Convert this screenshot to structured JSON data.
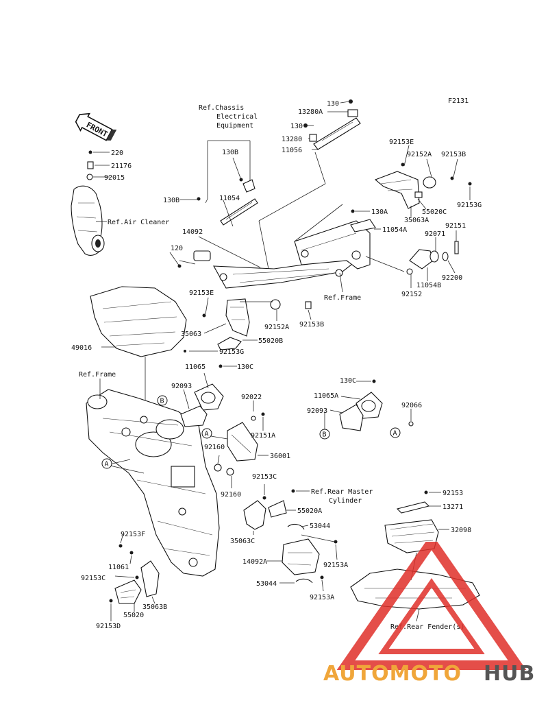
{
  "figure_code": "F2131",
  "front_marker": "FRONT",
  "refs": {
    "chassis_electrical": [
      "Ref.Chassis",
      "Electrical",
      "Equipment"
    ],
    "air_cleaner": "Ref.Air Cleaner",
    "frame_top": "Ref.Frame",
    "frame_left": "Ref.Frame",
    "rear_master_cylinder": [
      "Ref.Rear Master",
      "Cylinder"
    ],
    "rear_fender": "Ref.Rear Fender(s)"
  },
  "callouts": {
    "a": "A",
    "b": "B"
  },
  "part_labels": {
    "p130_top": "130",
    "p13280A": "13280A",
    "p130_mid": "130",
    "p13280": "13280",
    "p11056": "11056",
    "p130B_top": "130B",
    "p130B_left": "130B",
    "p11054": "11054",
    "p14092": "14092",
    "p120": "120",
    "p220": "220",
    "p21176": "21176",
    "p92015": "92015",
    "p92153E_top": "92153E",
    "p92152A_top": "92152A",
    "p92153B_top": "92153B",
    "p92153G_right": "92153G",
    "p55020C": "55020C",
    "p35063A": "35063A",
    "p130A": "130A",
    "p11054A": "11054A",
    "p92151": "92151",
    "p92071": "92071",
    "p92200": "92200",
    "p11054B": "11054B",
    "p92152": "92152",
    "p92153E_mid": "92153E",
    "p92152A_mid": "92152A",
    "p92153B_mid": "92153B",
    "p35063": "35063",
    "p55020B": "55020B",
    "p92153G_mid": "92153G",
    "p49016": "49016",
    "p11065": "11065",
    "p130C": "130C",
    "p92093": "92093",
    "p92022": "92022",
    "p92151A": "92151A",
    "p92160_a": "92160",
    "p36001": "36001",
    "p92160_b": "92160",
    "p130C_r": "130C",
    "p11065A": "11065A",
    "p92093_r": "92093",
    "p92066": "92066",
    "p92153C_mid": "92153C",
    "p55020A": "55020A",
    "p53044_a": "53044",
    "p35063C": "35063C",
    "p14092A": "14092A",
    "p92153A_a": "92153A",
    "p53044_b": "53044",
    "p92153A_b": "92153A",
    "p92153F": "92153F",
    "p11061": "11061",
    "p92153C_left": "92153C",
    "p35063B": "35063B",
    "p55020": "55020",
    "p92153D": "92153D",
    "p92153_right": "92153",
    "p13271": "13271",
    "p32098": "32098"
  },
  "watermark": {
    "prefix": "AUTOMOTO",
    "suffix": "HUB",
    "color_accent": "#e0302a",
    "color_orange": "#f0a63a",
    "color_dark": "#555555"
  }
}
